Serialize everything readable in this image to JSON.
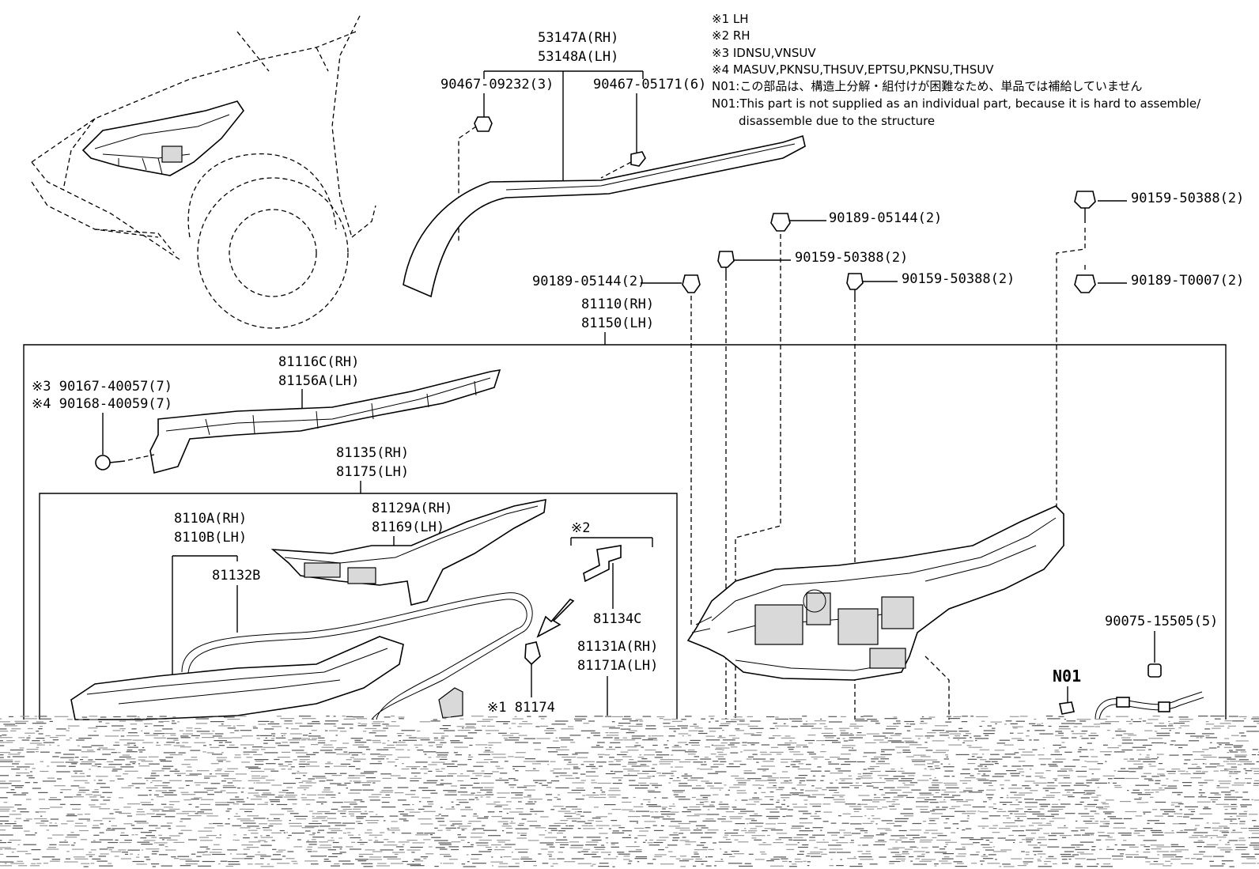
{
  "notes": [
    "※1  LH",
    "※2  RH",
    "※3 IDNSU,VNSUV",
    "※4 MASUV,PKNSU,THSUV,EPTSU,PKNSU,THSUV",
    "N01:この部品は、構造上分解・組付けが困難なため、単品では補給していません",
    "N01:This part is not supplied as an individual part, because it is hard to assemble/",
    "disassemble due to the structure"
  ],
  "labels": {
    "p53147A": "53147A(RH)",
    "p53148A": "53148A(LH)",
    "p90467_09232": "90467-09232(3)",
    "p90467_05171": "90467-05171(6)",
    "p90189_05144_a": "90189-05144(2)",
    "p90189_05144_b": "90189-05144(2)",
    "p90159_50388_a": "90159-50388(2)",
    "p90159_50388_b": "90159-50388(2)",
    "p90159_50388_c": "90159-50388(2)",
    "p90189_T0007": "90189-T0007(2)",
    "p81110": "81110(RH)",
    "p81150": "81150(LH)",
    "p81116C": "81116C(RH)",
    "p81156A": "81156A(LH)",
    "p90167": "※3 90167-40057(7)",
    "p90168": "※4 90168-40059(7)",
    "p81135": "81135(RH)",
    "p81175": "81175(LH)",
    "p8110A": "8110A(RH)",
    "p8110B": "8110B(LH)",
    "p81132B": "81132B",
    "p81129A": "81129A(RH)",
    "p81169": "81169(LH)",
    "p_x2": "※2",
    "p81134C": "81134C",
    "p81131A": "81131A(RH)",
    "p81171A": "81171A(LH)",
    "p81174": "※1 81174",
    "p90075": "90075-15505(5)",
    "pN01": "N01"
  }
}
